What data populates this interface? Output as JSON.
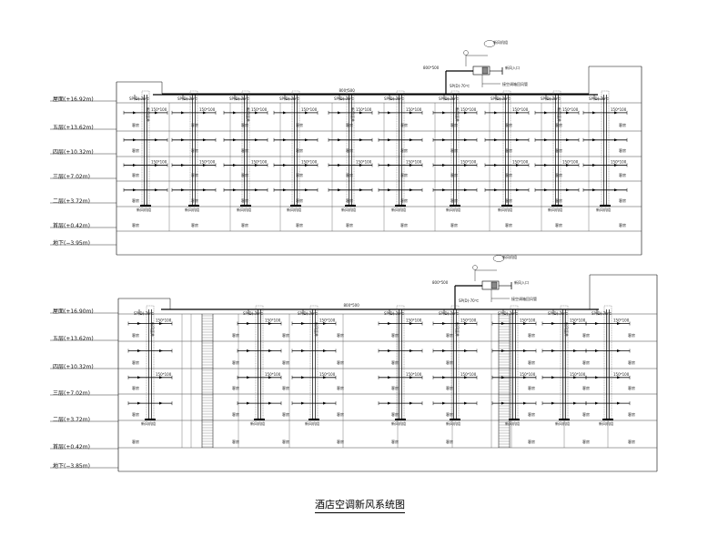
{
  "drawing_title": "酒店空调新风系统图",
  "diagrams": [
    {
      "floors": [
        "屋面(+16.92m)",
        "五层(+13.62m)",
        "四层(+10.32m)",
        "三层(+7.02m)",
        "二层(+3.72m)",
        "首层(+0.42m)",
        "地下(−3.95m)"
      ],
      "main_duct": "800*500",
      "branch_duct": "150*100",
      "riser_label": "新风竖井",
      "unit_label": "新风机组",
      "outlet_label": "新风入口",
      "note": "接空调箱回风管",
      "fire_damper": "SP(D)-70℃",
      "room": "客房"
    },
    {
      "floors": [
        "屋面(+16.90m)",
        "五层(+13.62m)",
        "四层(+10.32m)",
        "三层(+7.02m)",
        "二层(+3.72m)",
        "首层(+0.42m)",
        "地下(−3.85m)"
      ],
      "main_duct": "800*500",
      "branch_duct": "150*100",
      "riser_label": "新风竖井",
      "unit_label": "新风机组",
      "outlet_label": "新风入口",
      "note": "接空调箱回风管",
      "fire_damper": "SP(D)-70℃",
      "room": "客房"
    }
  ]
}
